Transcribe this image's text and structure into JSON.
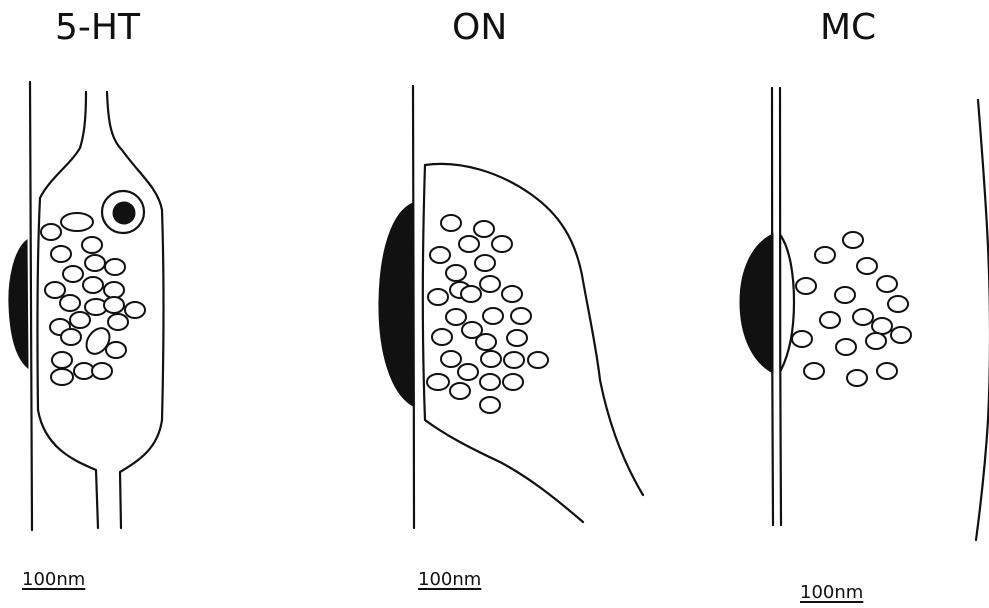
{
  "panels": [
    {
      "id": "5ht",
      "title": "5-HT",
      "scale_label": "100nm"
    },
    {
      "id": "on",
      "title": "ON",
      "scale_label": "100nm"
    },
    {
      "id": "mc",
      "title": "MC",
      "scale_label": "100nm"
    }
  ]
}
